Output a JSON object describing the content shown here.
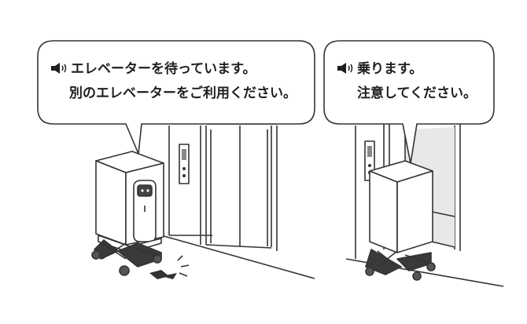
{
  "panels": [
    {
      "icon": "speaker-icon",
      "line1": "エレベーターを待っています。",
      "line2": "別のエレベーターをご利用ください。"
    },
    {
      "icon": "speaker-icon",
      "line1": "乗ります。",
      "line2": "注意してください。"
    }
  ],
  "colors": {
    "outline": "#333333",
    "wall": "#ffffff",
    "floor_line": "#555555",
    "robot_body": "#ffffff",
    "robot_base": "#3a3a3a",
    "elevator_inner": "#e6e6e6"
  }
}
